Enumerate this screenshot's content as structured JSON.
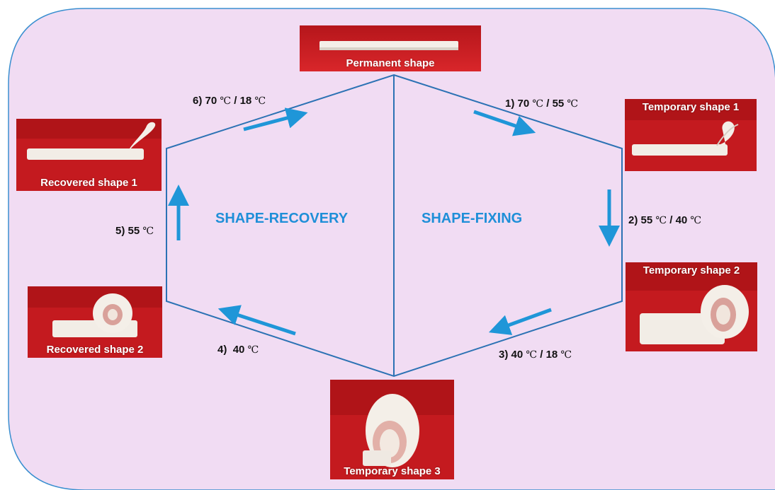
{
  "colors": {
    "background": "#f1dcf3",
    "outline": "#3a8fd0",
    "hexagon": "#2c72b4",
    "arrow": "#1f96d8",
    "photo_red": "#c41a1f",
    "phase_text": "#1f8fd8"
  },
  "phases": {
    "recovery": "SHAPE-RECOVERY",
    "fixing": "SHAPE-FIXING"
  },
  "photos": {
    "permanent": "Permanent shape",
    "temporary1": "Temporary shape 1",
    "temporary2": "Temporary shape 2",
    "temporary3": "Temporary shape 3",
    "recovered1": "Recovered shape 1",
    "recovered2": "Recovered shape 2"
  },
  "steps": {
    "s1": {
      "num": "1)",
      "t1": "70",
      "sep": "/",
      "t2": "55",
      "unit": "℃"
    },
    "s2": {
      "num": "2)",
      "t1": "55",
      "sep": "/",
      "t2": "40",
      "unit": "℃"
    },
    "s3": {
      "num": "3)",
      "t1": "40",
      "sep": "/",
      "t2": "18",
      "unit": "℃"
    },
    "s4": {
      "num": "4)",
      "t1": "40",
      "unit": "℃"
    },
    "s5": {
      "num": "5)",
      "t1": "55",
      "unit": "℃"
    },
    "s6": {
      "num": "6)",
      "t1": "70",
      "sep": "/",
      "t2": "18",
      "unit": "℃"
    }
  }
}
